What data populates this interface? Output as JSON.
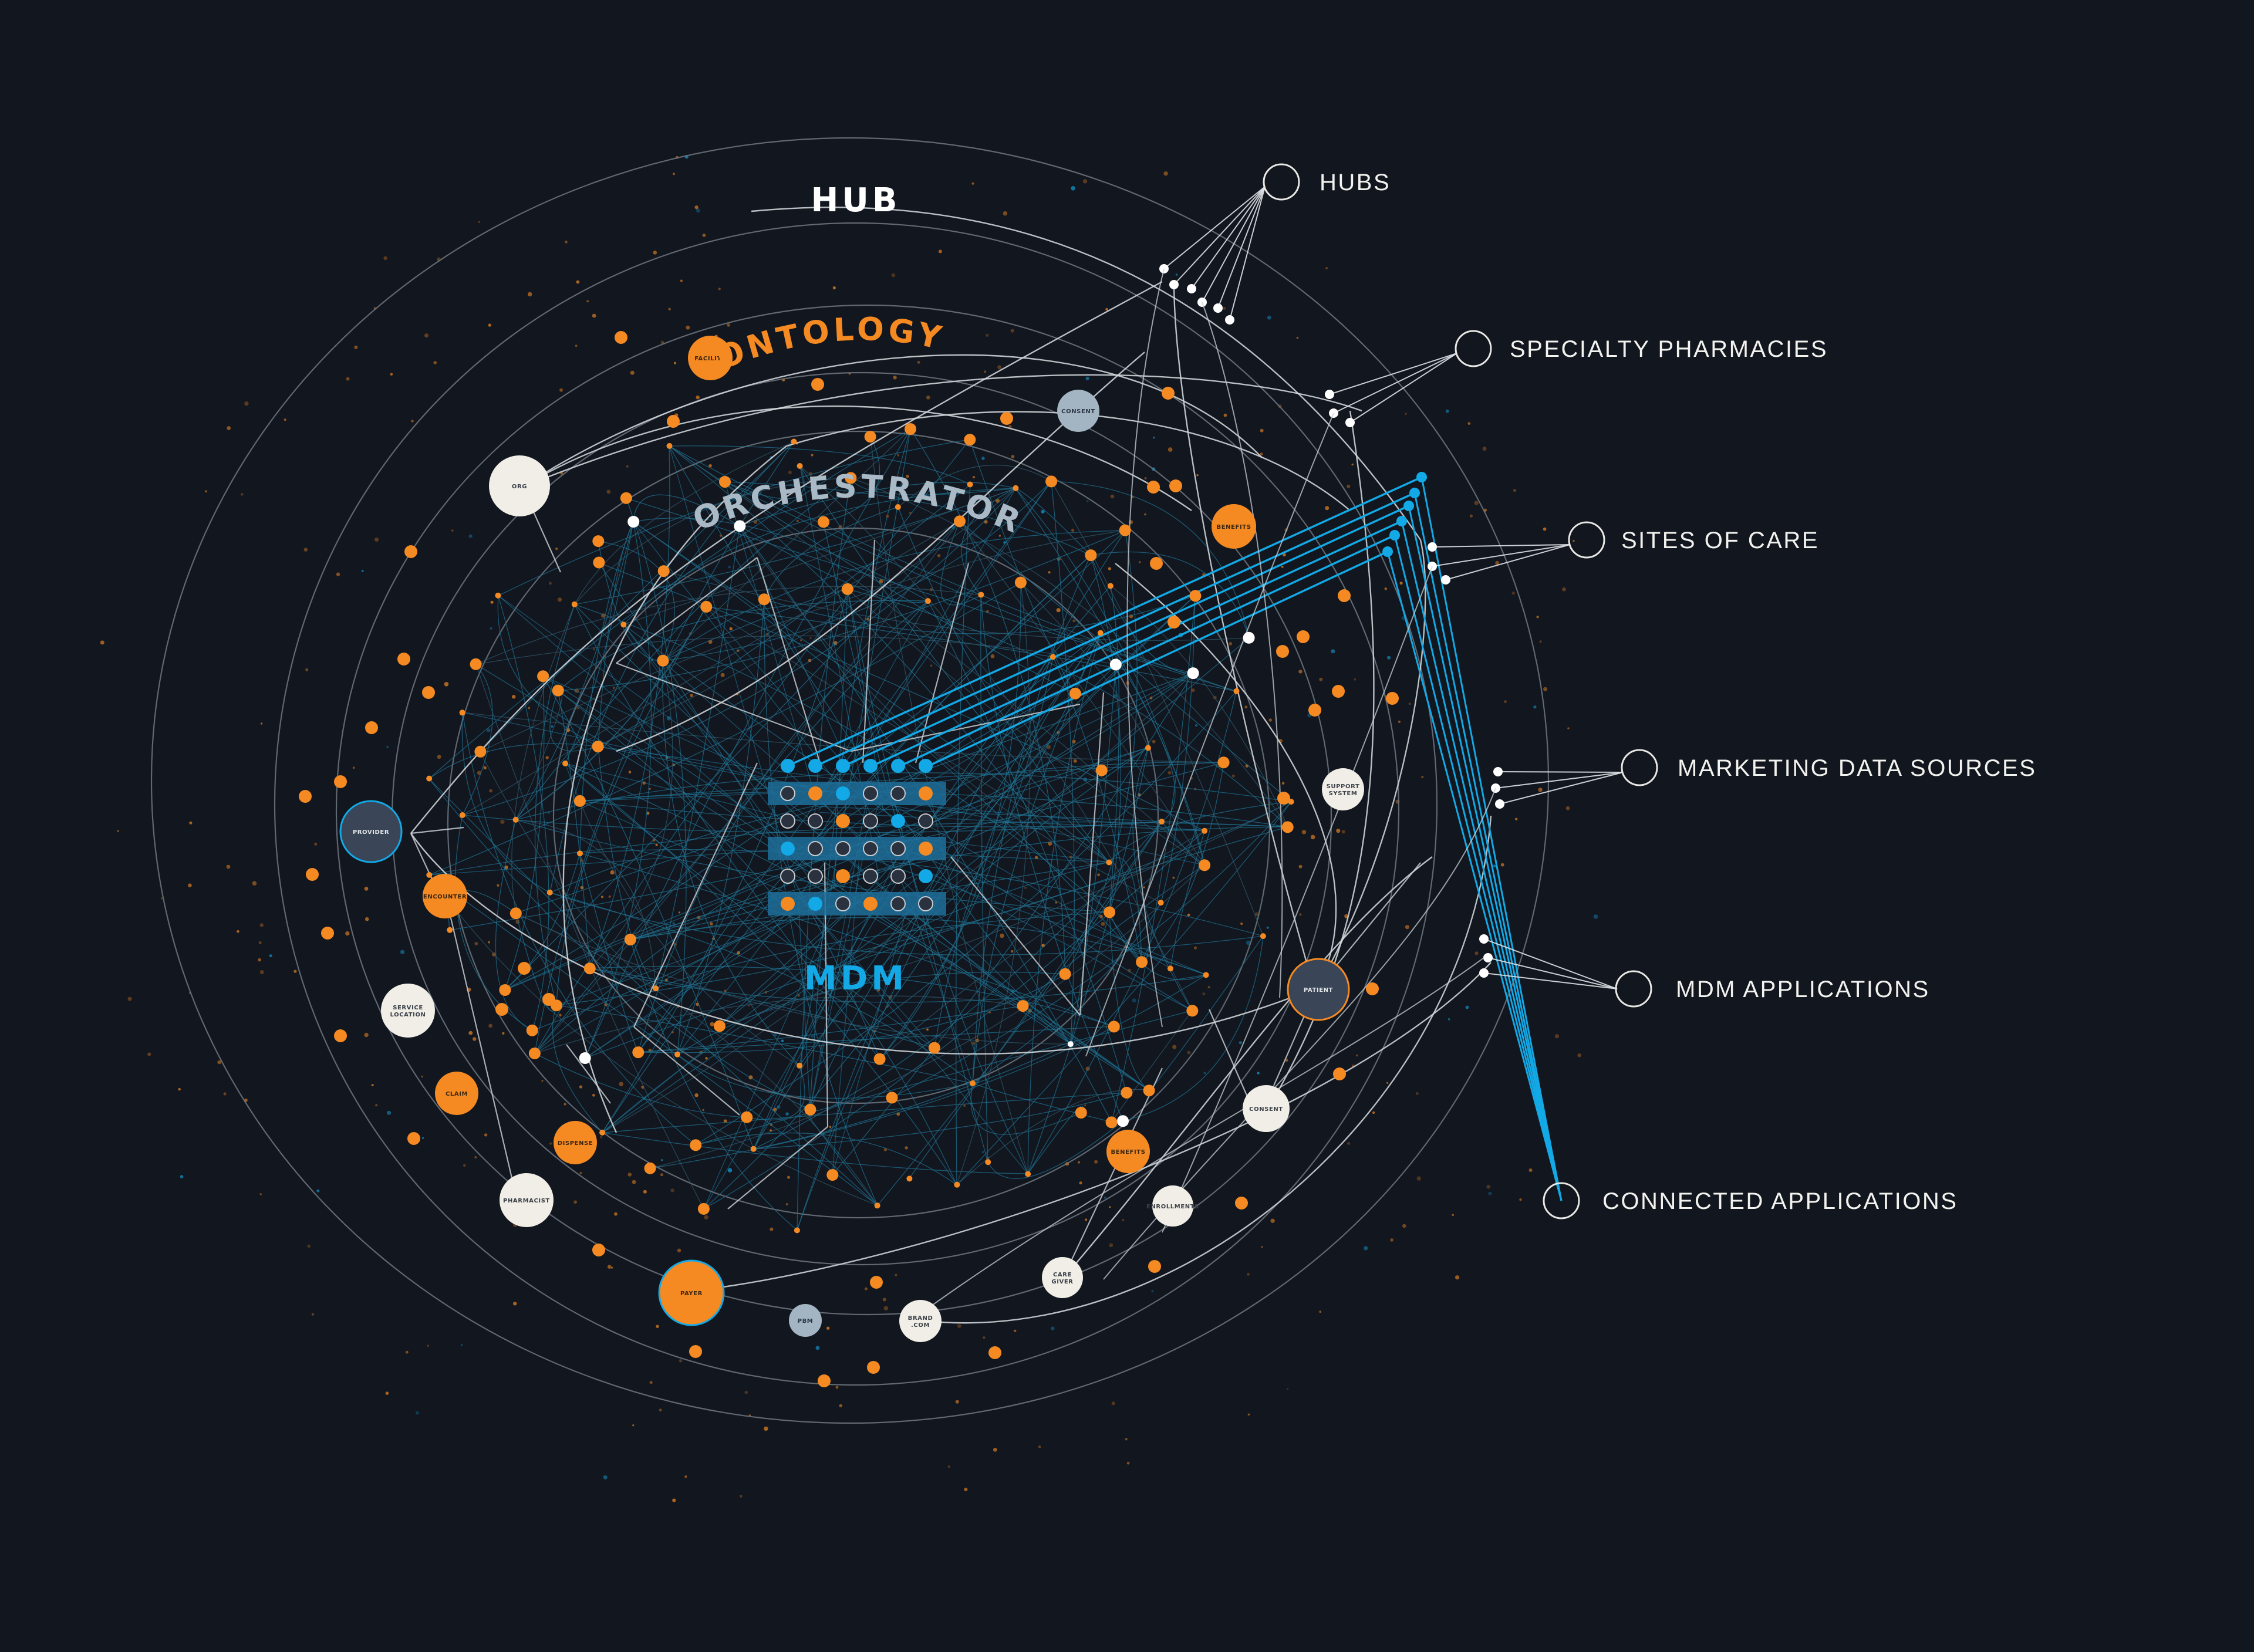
{
  "diagram": {
    "rings": [
      {
        "id": "hub",
        "label": "HUB",
        "color": "#ffffff"
      },
      {
        "id": "ontology",
        "label": "ONTOLOGY",
        "color": "#f58a22"
      },
      {
        "id": "orchestrator",
        "label": "ORCHESTRATOR",
        "color": "#a9bac6"
      },
      {
        "id": "mdm",
        "label": "MDM",
        "color": "#12a9e6"
      }
    ],
    "legend": [
      {
        "id": "hubs",
        "label": "HUBS"
      },
      {
        "id": "specialty-pharmacies",
        "label": "SPECIALTY PHARMACIES"
      },
      {
        "id": "sites-of-care",
        "label": "SITES OF CARE"
      },
      {
        "id": "marketing-data-sources",
        "label": "MARKETING DATA SOURCES"
      },
      {
        "id": "mdm-applications",
        "label": "MDM APPLICATIONS"
      },
      {
        "id": "connected-applications",
        "label": "CONNECTED APPLICATIONS"
      }
    ],
    "nodes": [
      {
        "id": "facility",
        "label": "FACILITY",
        "style": "orange"
      },
      {
        "id": "org",
        "label": "ORG",
        "style": "white"
      },
      {
        "id": "consent-top",
        "label": "CONSENT",
        "style": "gray"
      },
      {
        "id": "benefits-top",
        "label": "BENEFITS",
        "style": "orange"
      },
      {
        "id": "provider",
        "label": "PROVIDER",
        "style": "dark"
      },
      {
        "id": "encounter",
        "label": "ENCOUNTER",
        "style": "orange"
      },
      {
        "id": "service-location",
        "label": "SERVICE\nLOCATION",
        "style": "white"
      },
      {
        "id": "claim",
        "label": "CLAIM",
        "style": "orange"
      },
      {
        "id": "dispense",
        "label": "DISPENSE",
        "style": "orange"
      },
      {
        "id": "pharmacist",
        "label": "PHARMACIST",
        "style": "white"
      },
      {
        "id": "payer",
        "label": "PAYER",
        "style": "orange"
      },
      {
        "id": "pbm",
        "label": "PBM",
        "style": "gray"
      },
      {
        "id": "brand-com",
        "label": "BRAND\n.COM",
        "style": "white"
      },
      {
        "id": "care-giver",
        "label": "CARE\nGIVER",
        "style": "white"
      },
      {
        "id": "enrollments",
        "label": "ENROLLMENTS",
        "style": "white"
      },
      {
        "id": "benefits-bottom",
        "label": "BENEFITS",
        "style": "orange"
      },
      {
        "id": "consent-bottom",
        "label": "CONSENT",
        "style": "white"
      },
      {
        "id": "patient",
        "label": "PATIENT",
        "style": "dark"
      },
      {
        "id": "support-system",
        "label": "SUPPORT\nSYSTEM",
        "style": "white"
      }
    ],
    "colors": {
      "background": "#12161f",
      "orange": "#f58a22",
      "blue": "#12a9e6",
      "white": "#f0eee6",
      "gray": "#a3b5c2",
      "ring": "#6f7780",
      "dark_node": "#3a4658"
    }
  }
}
